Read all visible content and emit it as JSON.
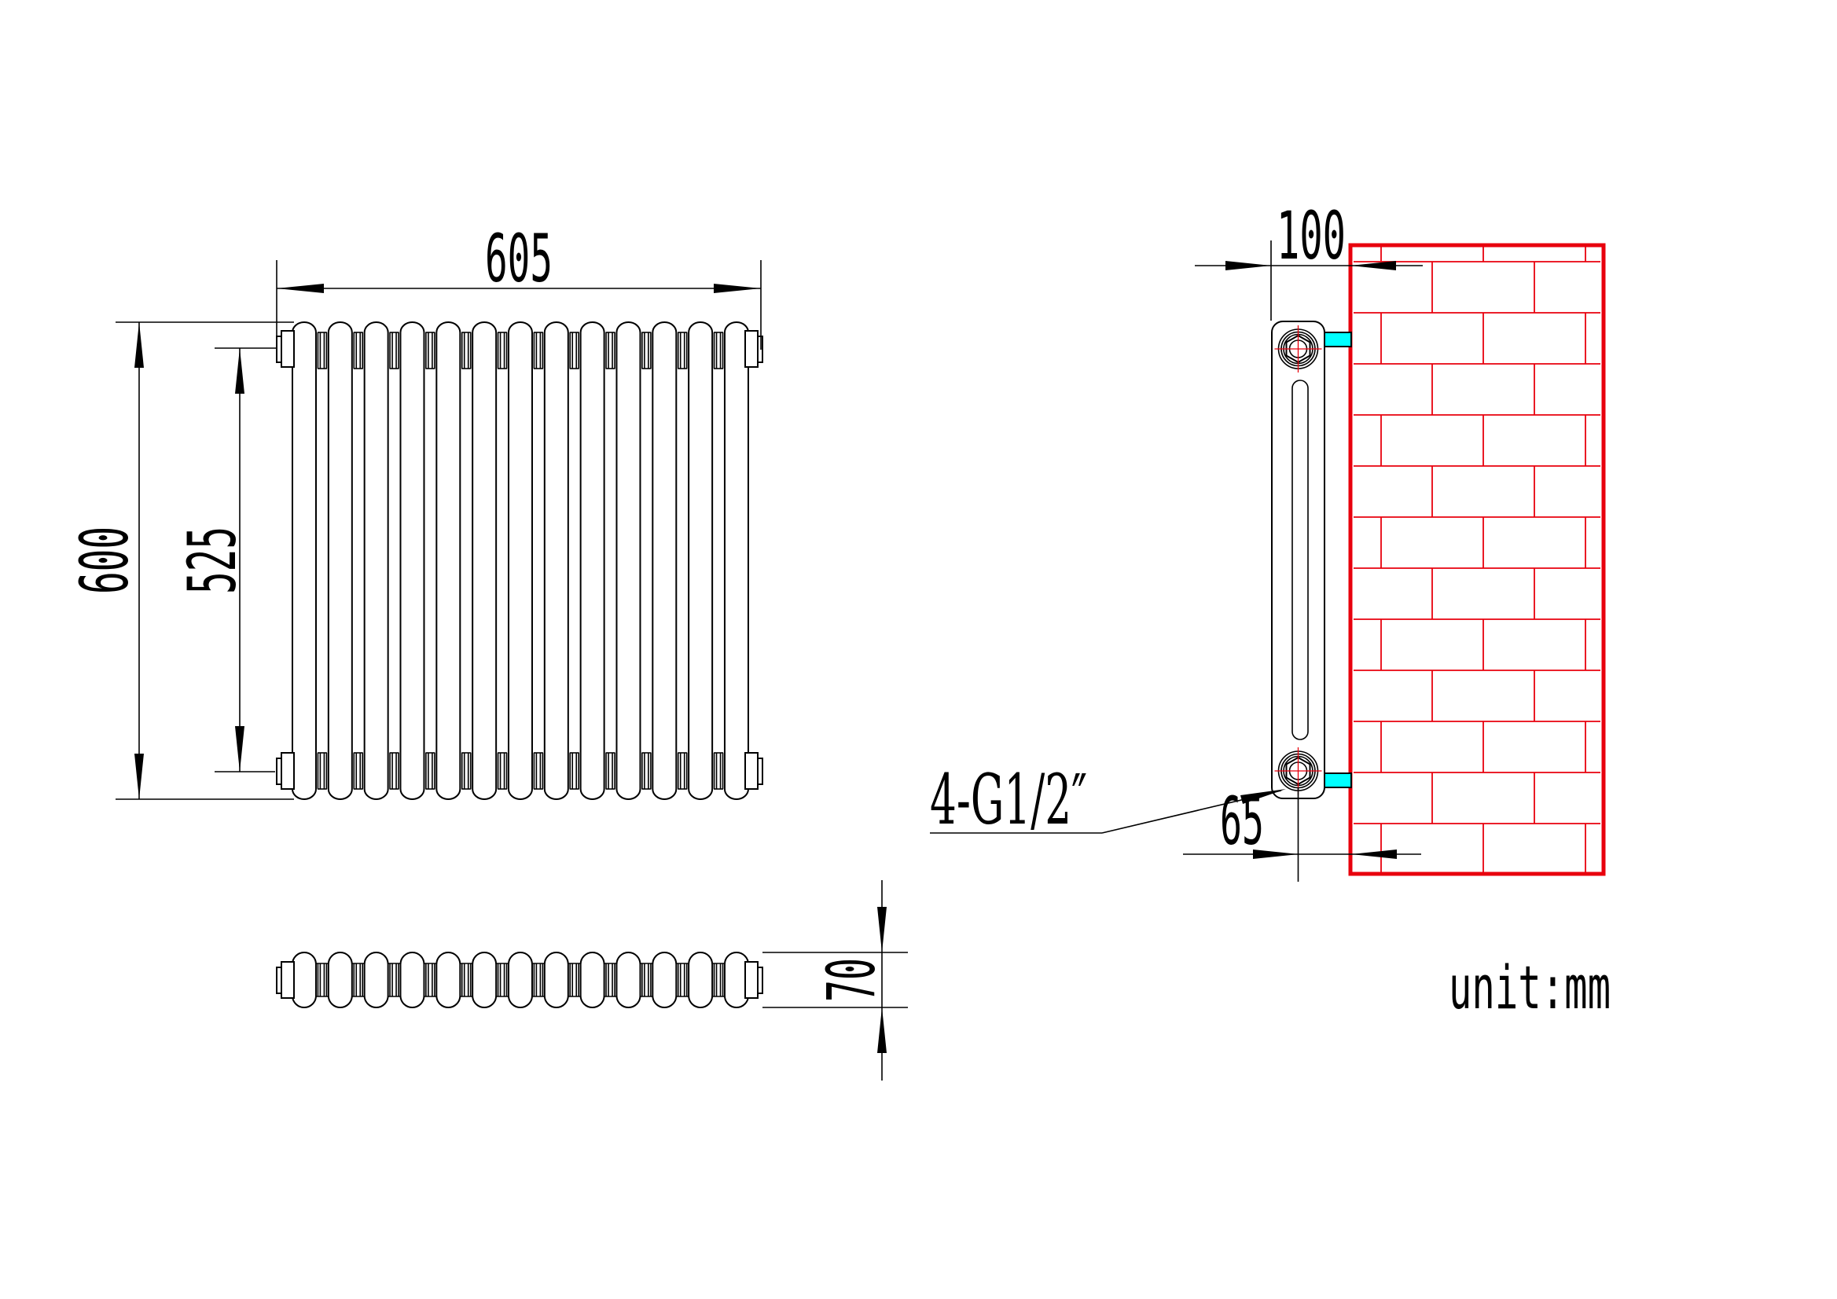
{
  "drawing": {
    "unit_label": "unit:mm",
    "dimensions": {
      "width": "605",
      "height": "600",
      "port_spacing": "525",
      "depth": "70",
      "wall_to_front": "100",
      "wall_to_port_center": "65"
    },
    "connection_label": "4-G1/2″",
    "sections": 13,
    "colors": {
      "line": "#000000",
      "wall_red": "#e8000d",
      "bracket_cyan": "#00ffff",
      "background": "#ffffff"
    }
  }
}
